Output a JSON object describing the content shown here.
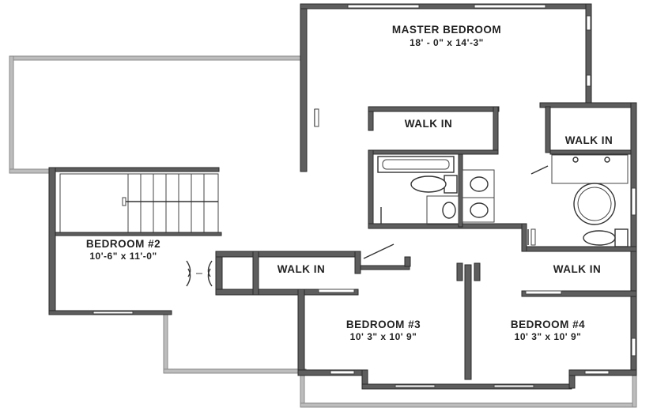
{
  "rooms": {
    "master": {
      "name": "MASTER BEDROOM",
      "dims": "18' - 0\" x 14'-3\""
    },
    "walk_in_master_left": {
      "name": "WALK IN"
    },
    "walk_in_master_right": {
      "name": "WALK IN"
    },
    "bedroom2": {
      "name": "BEDROOM #2",
      "dims": "10'-6\" x 11'-0\""
    },
    "walk_in_bed2": {
      "name": "WALK IN"
    },
    "walk_in_bed4": {
      "name": "WALK IN"
    },
    "bedroom3": {
      "name": "BEDROOM #3",
      "dims": "10' 3\" x 10' 9\""
    },
    "bedroom4": {
      "name": "BEDROOM #4",
      "dims": "10' 3\" x 10' 9\""
    }
  }
}
